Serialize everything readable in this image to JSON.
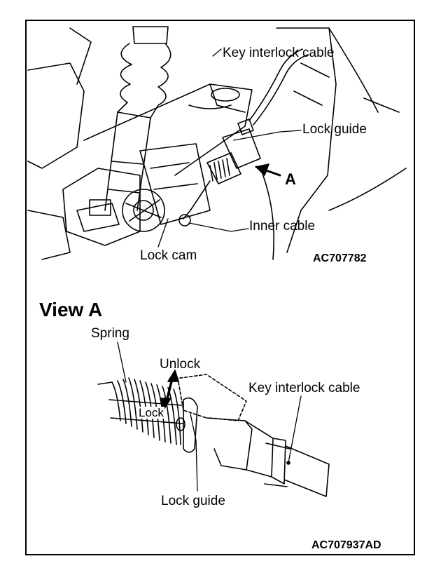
{
  "top_figure": {
    "labels": {
      "key_interlock_cable": "Key interlock cable",
      "lock_guide": "Lock guide",
      "arrow_a": "A",
      "inner_cable": "Inner cable",
      "lock_cam": "Lock cam"
    },
    "figure_code": "AC707782"
  },
  "bottom_figure": {
    "title": "View A",
    "labels": {
      "spring": "Spring",
      "unlock": "Unlock",
      "lock": "Lock",
      "key_interlock_cable": "Key interlock cable",
      "lock_guide": "Lock guide"
    },
    "figure_code": "AC707937AD"
  }
}
